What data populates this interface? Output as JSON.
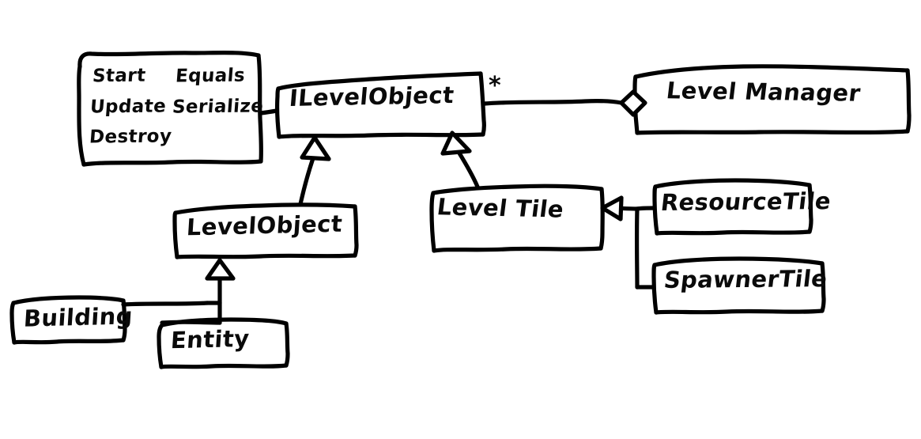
{
  "diagram": {
    "title": "UML class diagram",
    "style": "hand-drawn whiteboard sketch",
    "stroke_color": "#000000",
    "background_color": "#ffffff"
  },
  "methods_box": {
    "name": "methods-list",
    "rows": [
      {
        "left": "Start",
        "right": "Equals"
      },
      {
        "left": "Update",
        "right": "Serialize"
      },
      {
        "left": "Destroy",
        "right": ""
      }
    ]
  },
  "nodes": {
    "ilevelobject": {
      "label": "ILevelObject"
    },
    "levelmanager": {
      "label": "Level Manager"
    },
    "levelobject": {
      "label": "LevelObject"
    },
    "leveltile": {
      "label": "Level Tile"
    },
    "resourcetile": {
      "label": "ResourceTile"
    },
    "spawnertile": {
      "label": "SpawnerTile"
    },
    "building": {
      "label": "Building"
    },
    "entity": {
      "label": "Entity"
    }
  },
  "multiplicity": {
    "ilevelobject_to_levelmanager": "*"
  },
  "edges": [
    {
      "name": "methods-to-ilevelobject",
      "from": "methods_box",
      "to": "ilevelobject",
      "kind": "note-link"
    },
    {
      "name": "ilevelobject-to-levelmanager",
      "from": "ilevelobject",
      "to": "levelmanager",
      "kind": "aggregation",
      "marker": "hollow-diamond",
      "label": "*"
    },
    {
      "name": "levelobject-implements-ilevelobject",
      "from": "levelobject",
      "to": "ilevelobject",
      "kind": "generalization",
      "marker": "hollow-triangle"
    },
    {
      "name": "leveltile-implements-ilevelobject",
      "from": "leveltile",
      "to": "ilevelobject",
      "kind": "generalization",
      "marker": "hollow-triangle"
    },
    {
      "name": "resourcetile-extends-leveltile",
      "from": "resourcetile",
      "to": "leveltile",
      "kind": "generalization",
      "marker": "hollow-triangle"
    },
    {
      "name": "spawnertile-extends-leveltile",
      "from": "spawnertile",
      "to": "leveltile",
      "kind": "generalization",
      "marker": "hollow-triangle"
    },
    {
      "name": "building-extends-levelobject",
      "from": "building",
      "to": "levelobject",
      "kind": "generalization",
      "marker": "hollow-triangle"
    },
    {
      "name": "entity-extends-levelobject",
      "from": "entity",
      "to": "levelobject",
      "kind": "generalization",
      "marker": "hollow-triangle"
    }
  ]
}
